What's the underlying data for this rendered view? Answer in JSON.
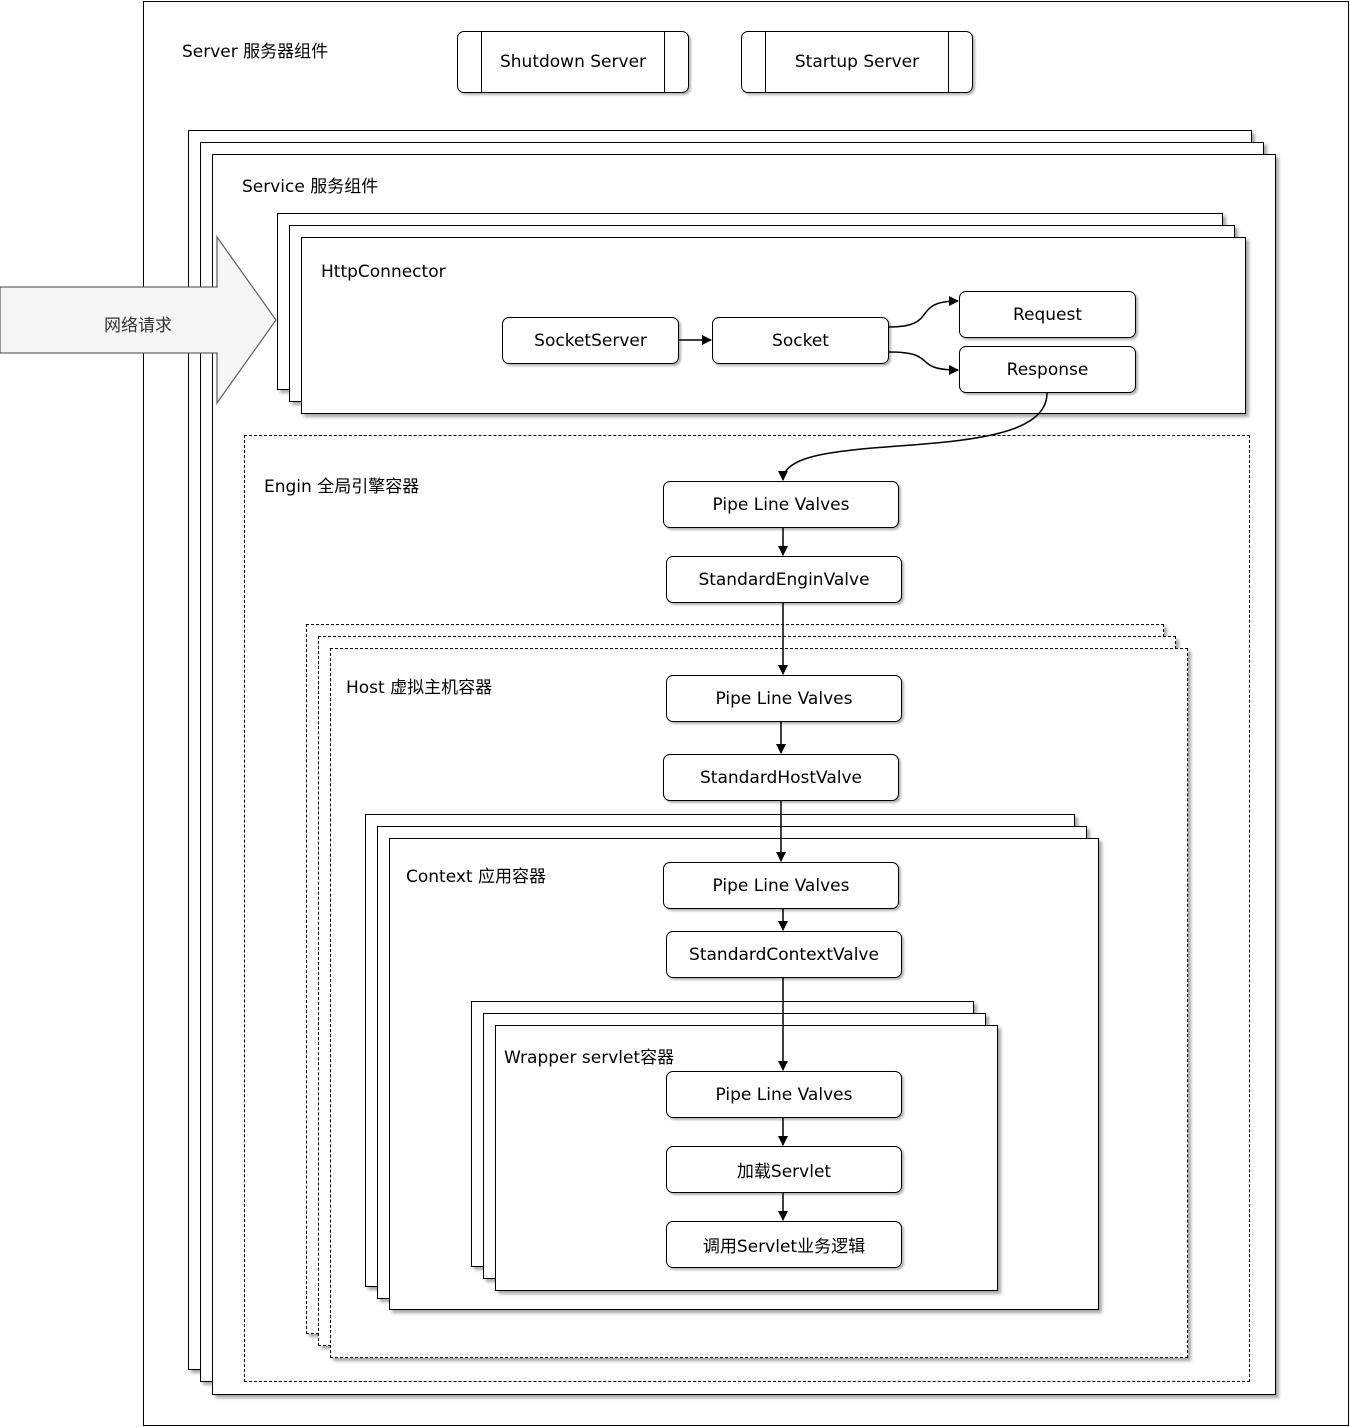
{
  "server": {
    "label": "Server 服务器组件"
  },
  "buttons": {
    "shutdown": "Shutdown Server",
    "startup": "Startup Server"
  },
  "network": {
    "label": "网络请求"
  },
  "service": {
    "label": "Service 服务组件"
  },
  "connector": {
    "label": "HttpConnector",
    "socket_server": "SocketServer",
    "socket": "Socket",
    "request": "Request",
    "response": "Response"
  },
  "engine": {
    "label": "Engin 全局引擎容器",
    "pipeline": "Pipe Line Valves",
    "valve": "StandardEnginValve"
  },
  "host": {
    "label": "Host 虚拟主机容器",
    "pipeline": "Pipe Line Valves",
    "valve": "StandardHostValve"
  },
  "context": {
    "label": "Context 应用容器",
    "pipeline": "Pipe Line Valves",
    "valve": "StandardContextValve"
  },
  "wrapper": {
    "label": "Wrapper servlet容器",
    "pipeline": "Pipe Line Valves",
    "load": "加载Servlet",
    "invoke": "调用Servlet业务逻辑"
  }
}
